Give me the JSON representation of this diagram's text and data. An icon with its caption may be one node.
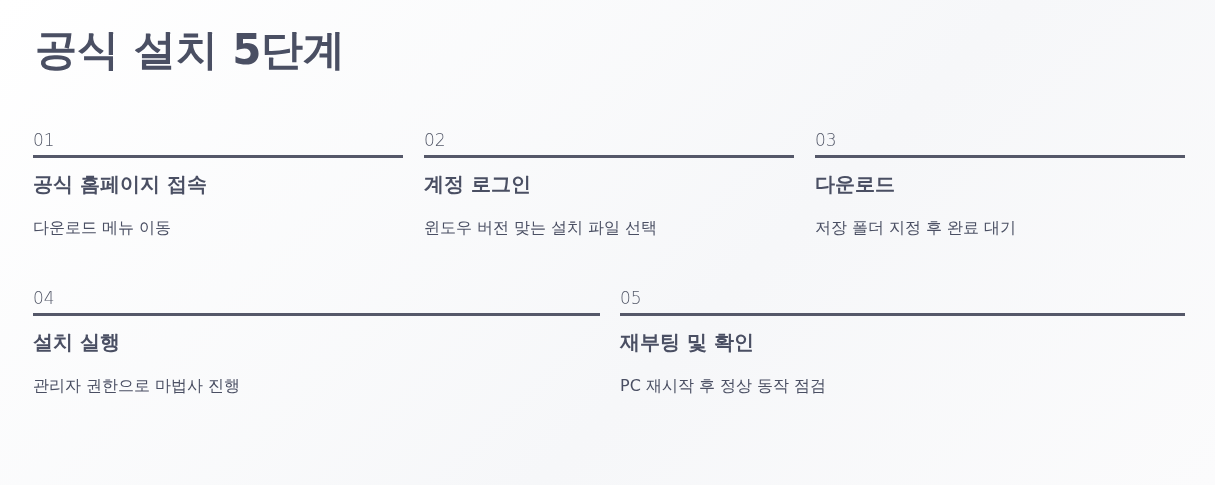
{
  "diagram": {
    "title": "공식 설치 5단계",
    "nodes": [
      {
        "text": [
          "01",
          "공식 홈페이지 접속",
          "다운로드 메뉴 이동"
        ]
      },
      {
        "text": [
          "02",
          "계정 로그인",
          "윈도우 버전 맞는 설치 파일 선택"
        ]
      },
      {
        "text": [
          "03",
          "다운로드",
          "저장 폴더 지정 후 완료 대기"
        ]
      },
      {
        "text": [
          "04",
          "설치 실행",
          "관리자 권한으로 마법사 진행"
        ]
      },
      {
        "text": [
          "05",
          "재부팅 및 확인",
          "PC 재시작 후 정상 동작 점검"
        ]
      }
    ]
  }
}
